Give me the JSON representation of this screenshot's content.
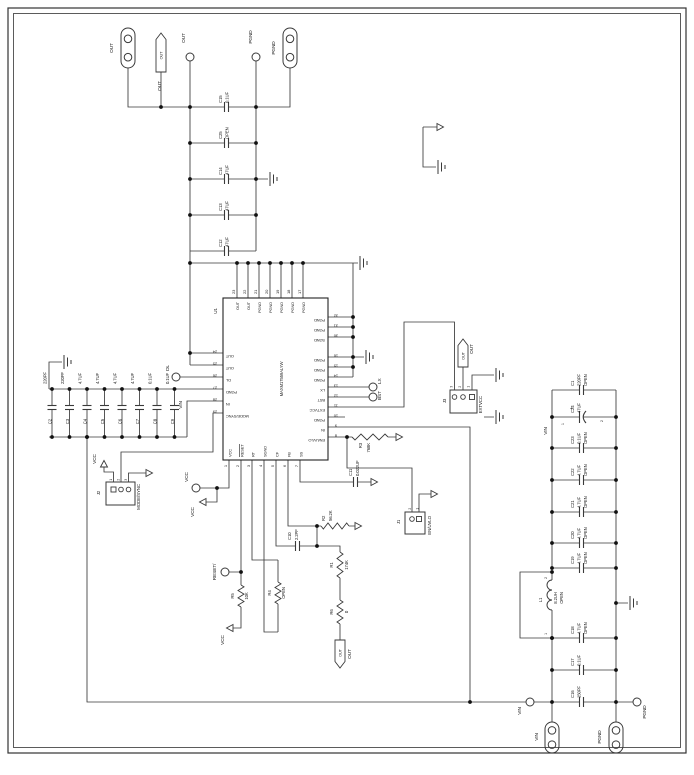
{
  "sheet": {
    "background": "#ffffff",
    "line_color": "#3a3a3a"
  },
  "ic": {
    "refdes": "U1",
    "part": "MAXM17559ALYW",
    "pins_top": [
      {
        "num": "23",
        "name": "OUT"
      },
      {
        "num": "22",
        "name": "OUT"
      },
      {
        "num": "21",
        "name": "PGND"
      },
      {
        "num": "20",
        "name": "PGND"
      },
      {
        "num": "19",
        "name": "PGND"
      },
      {
        "num": "18",
        "name": "PGND"
      },
      {
        "num": "17",
        "name": "PGND"
      }
    ],
    "pins_bottom": [
      {
        "num": "1",
        "name": "VCC"
      },
      {
        "num": "2",
        "name": "RESET"
      },
      {
        "num": "3",
        "name": "RT"
      },
      {
        "num": "4",
        "name": "SGND"
      },
      {
        "num": "5",
        "name": "CF"
      },
      {
        "num": "6",
        "name": "FB"
      },
      {
        "num": "7",
        "name": "SS"
      }
    ],
    "pins_left": [
      {
        "num": "24",
        "name": "OUT"
      },
      {
        "num": "25",
        "name": "OUT"
      },
      {
        "num": "26",
        "name": "DL"
      },
      {
        "num": "27",
        "name": "PGND"
      },
      {
        "num": "28",
        "name": "IN"
      },
      {
        "num": "29",
        "name": "MODE/SYNC"
      }
    ],
    "pins_right": [
      {
        "num": "32",
        "name": "PGND"
      },
      {
        "num": "31",
        "name": "PGND"
      },
      {
        "num": "30",
        "name": "SGND"
      },
      {
        "num": "16",
        "name": "PGND"
      },
      {
        "num": "15",
        "name": "PGND"
      },
      {
        "num": "14",
        "name": "PGND"
      },
      {
        "num": "13",
        "name": "LX"
      },
      {
        "num": "12",
        "name": "BST"
      },
      {
        "num": "11",
        "name": "EXTVCC"
      },
      {
        "num": "10",
        "name": "PGND"
      },
      {
        "num": "9",
        "name": "IN"
      },
      {
        "num": "8",
        "name": "EN/UVLO"
      }
    ]
  },
  "capacitors": [
    {
      "ref": "C15",
      "value": "0.1UF"
    },
    {
      "ref": "C25",
      "value": "OPEN"
    },
    {
      "ref": "C14",
      "value": "47UF"
    },
    {
      "ref": "C13",
      "value": "47UF"
    },
    {
      "ref": "C12",
      "value": "47UF"
    },
    {
      "ref": "C2",
      "value": "220PF"
    },
    {
      "ref": "C3",
      "value": "220PF"
    },
    {
      "ref": "C4",
      "value": "4.7UF"
    },
    {
      "ref": "C5",
      "value": "4.7UF"
    },
    {
      "ref": "C6",
      "value": "4.7UF"
    },
    {
      "ref": "C7",
      "value": "4.7UF"
    },
    {
      "ref": "C8",
      "value": "0.1UF"
    },
    {
      "ref": "C9",
      "value": "0.1UF"
    },
    {
      "ref": "C10",
      "value": "2.2PF"
    },
    {
      "ref": "C11",
      "value": "0.022UF"
    },
    {
      "ref": "C1",
      "value": "220PF",
      "note": "OPEN"
    },
    {
      "ref": "C24",
      "value": "47UF",
      "polarity": "+",
      "pin1": "1",
      "pin2": "2"
    },
    {
      "ref": "C23",
      "value": "0.1UF",
      "note": "OPEN"
    },
    {
      "ref": "C22",
      "value": "4.7UF",
      "note": "OPEN"
    },
    {
      "ref": "C21",
      "value": "4.7UF",
      "note": "OPEN"
    },
    {
      "ref": "C20",
      "value": "4.7UF",
      "note": "OPEN"
    },
    {
      "ref": "C19",
      "value": "4.7UF",
      "note": "OPEN"
    },
    {
      "ref": "C18",
      "value": "4.7UF",
      "note": "OPEN"
    },
    {
      "ref": "C17",
      "value": "0.1UF"
    },
    {
      "ref": "C16",
      "value": "150PF"
    }
  ],
  "resistors": [
    {
      "ref": "R1",
      "value": "174K"
    },
    {
      "ref": "R2",
      "value": "56.2K"
    },
    {
      "ref": "R3",
      "value": "768K"
    },
    {
      "ref": "R4",
      "value": "OPEN"
    },
    {
      "ref": "R5",
      "value": "10K"
    },
    {
      "ref": "R6",
      "value": "0"
    }
  ],
  "inductor": {
    "ref": "L1",
    "value": "8.2UH",
    "note": "OPEN",
    "pin1": "1",
    "pin2": "2"
  },
  "jumpers": [
    {
      "ref": "J1",
      "label": "EN/UVLO",
      "pins": [
        "2",
        "1"
      ]
    },
    {
      "ref": "J2",
      "label": "MODE/SYNC",
      "pins": [
        "1",
        "2",
        "3"
      ]
    },
    {
      "ref": "J3",
      "label": "EXTVCC",
      "pins": [
        "3",
        "2",
        "1"
      ]
    }
  ],
  "test_points": [
    {
      "id": "tp-out",
      "label": "OUT"
    },
    {
      "id": "tp-pgnd-top",
      "label": "PGND"
    },
    {
      "id": "tp-dl",
      "label": "DL"
    },
    {
      "id": "tp-vcc",
      "label": "VCC"
    },
    {
      "id": "tp-reset",
      "label": "RESET/"
    },
    {
      "id": "tp-lx",
      "label": "LX"
    },
    {
      "id": "tp-bst",
      "label": "BST"
    },
    {
      "id": "tp-vin",
      "label": "VIN"
    },
    {
      "id": "tp-pgnd-bottom",
      "label": "PGND"
    }
  ],
  "connectors": [
    {
      "id": "conn-out",
      "label": "OUT"
    },
    {
      "id": "conn-pgnd-top",
      "label": "PGND"
    },
    {
      "id": "conn-vin",
      "label": "VIN"
    },
    {
      "id": "conn-pgnd-bottom",
      "label": "PGND"
    }
  ],
  "net_flags": [
    {
      "id": "flag-out-top",
      "label": "OUT",
      "sublabel": "OUT"
    },
    {
      "id": "flag-out-extvcc",
      "label": "OUT",
      "sublabel": "OUT"
    },
    {
      "id": "flag-out-fb",
      "label": "OUT",
      "sublabel": "OUT"
    }
  ],
  "net_labels": [
    {
      "id": "vin-main",
      "text": "VIN"
    },
    {
      "id": "vin-bank",
      "text": "VIN"
    },
    {
      "id": "vcc-j2",
      "text": "VCC"
    },
    {
      "id": "vcc-tp",
      "text": "VCC"
    },
    {
      "id": "vcc-r5",
      "text": "VCC"
    }
  ]
}
